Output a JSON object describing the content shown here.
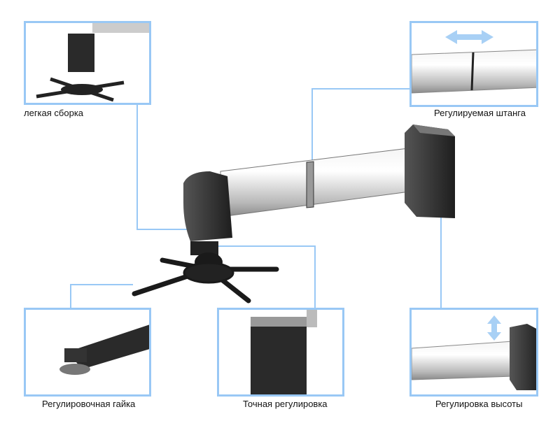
{
  "labels": {
    "easy_assembly": "легкая сборка",
    "adjustable_arm": "Регулируемая штанга",
    "adjusting_nut": "Регулировочная гайка",
    "fine_adjustment": "Точная регулировка",
    "height_adjustment": "Регулировка высоты"
  },
  "colors": {
    "frame": "#99c8f5",
    "tube": "#c8c8c8",
    "metal_dark": "#2a2a2a"
  }
}
